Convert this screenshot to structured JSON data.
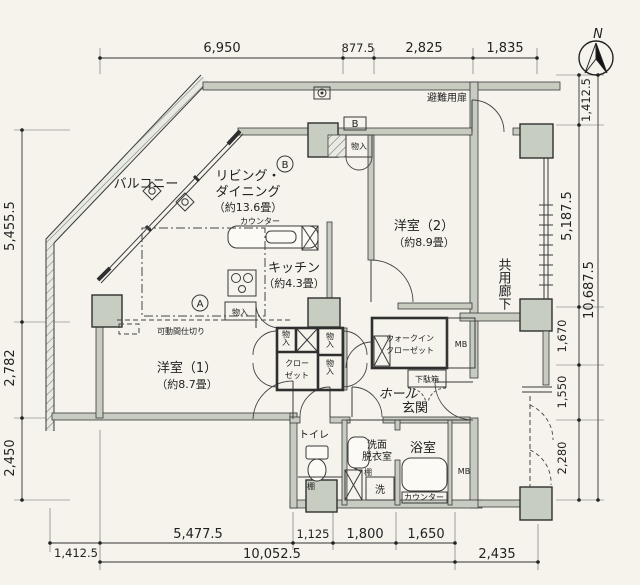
{
  "compass": {
    "north_label": "N"
  },
  "dimensions": {
    "top": [
      "6,950",
      "877.5",
      "2,825",
      "1,835"
    ],
    "right": [
      "1,412.5",
      "5,187.5",
      "1,670",
      "1,550",
      "2,280"
    ],
    "right_total": "10,687.5",
    "left": [
      "5,455.5",
      "2,782",
      "2,450"
    ],
    "bottom": [
      "1,412.5",
      "5,477.5",
      "1,125",
      "1,800",
      "1,650"
    ],
    "bottom_total": "10,052.5",
    "bottom_right": "2,435"
  },
  "rooms": {
    "balcony": "バルコニー",
    "living_line1": "リビング・",
    "living_line2": "ダイニング",
    "living_size": "（約13.6畳）",
    "western2": "洋室（2）",
    "western2_size": "（約8.9畳）",
    "western1": "洋室（1）",
    "western1_size": "（約8.7畳）",
    "kitchen": "キッチン",
    "kitchen_size": "（約4.3畳）",
    "hall": "ホール",
    "entrance": "玄関",
    "toilet": "トイレ",
    "washroom_line1": "洗面",
    "washroom_line2": "脱衣室",
    "bath": "浴室",
    "walkin_line1": "ウォークイン",
    "walkin_line2": "クローゼット",
    "corridor": "共用廊下"
  },
  "fixtures": {
    "counter_kitchen": "カウンター",
    "counter_bath": "カウンター",
    "storage": "物入",
    "closet_line1": "クロー",
    "closet_line2": "ゼット",
    "shoe_box": "下駄箱",
    "shelf": "棚",
    "washer": "洗",
    "meter_box": "MB",
    "escape_door": "避難用扉",
    "movable_partition": "可動間仕切り",
    "marker_a": "A",
    "marker_b": "B"
  }
}
